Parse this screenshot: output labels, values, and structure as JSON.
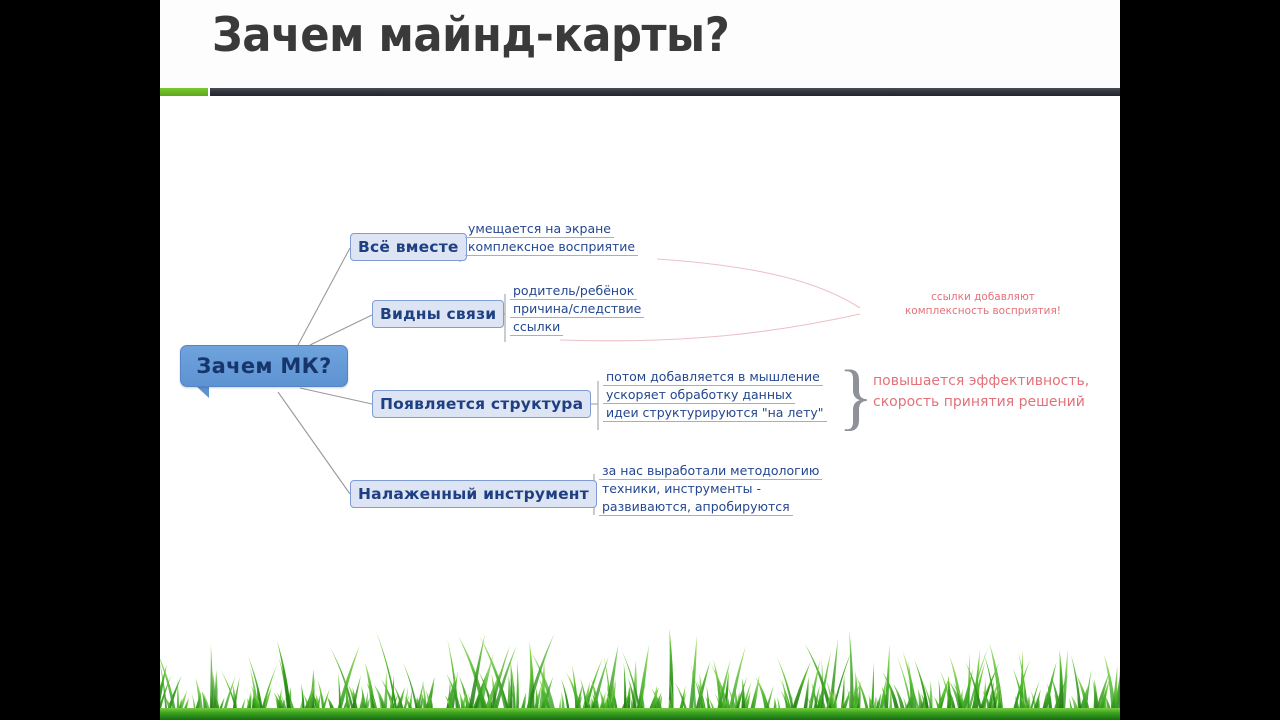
{
  "slide": {
    "title": "Зачем майнд-карты?",
    "accent_green": "#6abf2a",
    "accent_dark": "#32353d",
    "background": "#ffffff",
    "letterbox_color": "#000000"
  },
  "mindmap": {
    "root": {
      "label": "Зачем МК?",
      "fill": "#6699d9",
      "text_color": "#16366b"
    },
    "branches": [
      {
        "label": "Всё вместе",
        "children": [
          "умещается на экране",
          "комплексное восприятие"
        ]
      },
      {
        "label": "Видны связи",
        "children": [
          "родитель/ребёнок",
          "причина/следствие",
          "ссылки"
        ]
      },
      {
        "label": "Появляется структура",
        "children": [
          "потом добавляется в мышление",
          "ускоряет обработку данных",
          "идеи структурируются \"на лету\""
        ]
      },
      {
        "label": "Налаженный инструмент",
        "children": [
          "за нас выработали методологию",
          "техники, инструменты -",
          "развиваются, апробируются"
        ]
      }
    ],
    "annotations": [
      {
        "id": "links-note",
        "line1": "ссылки добавляют",
        "line2": "комплексность восприятия!",
        "color": "#e4717a"
      },
      {
        "id": "structure-note",
        "line1": "повышается эффективность,",
        "line2": "скорость принятия решений",
        "color": "#e4717a"
      }
    ],
    "branch_fill": "#dde4f3",
    "branch_border": "#7f9cd4",
    "branch_text": "#1e3f82",
    "sub_text": "#24478f",
    "connector_color": "#9a9a9a"
  }
}
